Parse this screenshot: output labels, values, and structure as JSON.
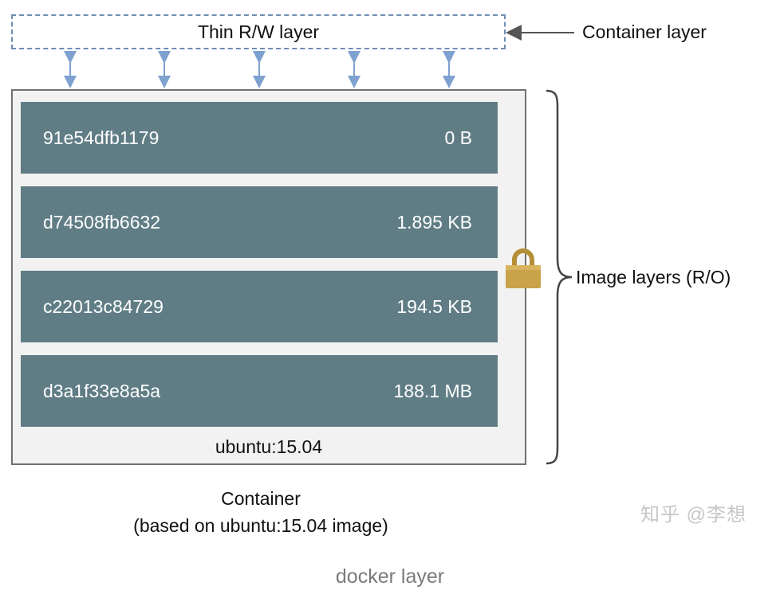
{
  "thin_layer": {
    "label": "Thin R/W layer"
  },
  "labels": {
    "container_layer": "Container layer",
    "image_layers": "Image layers (R/O)"
  },
  "layers": [
    {
      "id": "91e54dfb1179",
      "size": "0 B"
    },
    {
      "id": "d74508fb6632",
      "size": "1.895 KB"
    },
    {
      "id": "c22013c84729",
      "size": "194.5 KB"
    },
    {
      "id": "d3a1f33e8a5a",
      "size": "188.1 MB"
    }
  ],
  "base_image": "ubuntu:15.04",
  "container_caption": {
    "line1": "Container",
    "line2": "(based on ubuntu:15.04 image)"
  },
  "watermark": "知乎 @李想",
  "figure_caption": "docker layer",
  "colors": {
    "layer_fill": "#607d86",
    "dashed_border": "#6f8db6",
    "arrow": "#7ea1cf",
    "lock": "#c9a24a"
  },
  "icons": [
    "lock-icon",
    "double-arrow-icon",
    "left-arrow-icon",
    "curly-brace-icon"
  ]
}
